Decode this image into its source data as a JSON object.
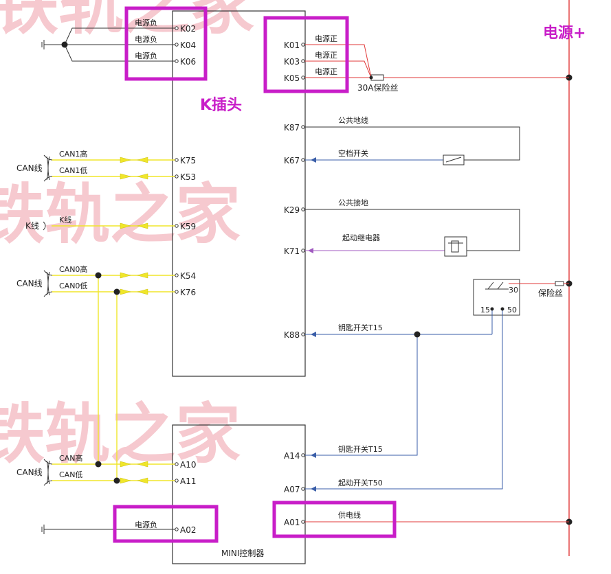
{
  "labels": {
    "power_plus": "电源+",
    "k_plug": "K插头",
    "fuse_30a": "30A保险丝",
    "fuse": "保险丝",
    "mini_controller": "MINI控制器",
    "watermark_1": "铁轨之家",
    "watermark_2": "铁轨之家",
    "watermark_3": "铁轨之家"
  },
  "k_block": {
    "left_pins": [
      {
        "pin": "K02",
        "label": "电源负"
      },
      {
        "pin": "K04",
        "label": "电源负"
      },
      {
        "pin": "K06",
        "label": "电源负"
      },
      {
        "pin": "K75",
        "label": "CAN1高"
      },
      {
        "pin": "K53",
        "label": "CAN1低"
      },
      {
        "pin": "K59",
        "label": "K线"
      },
      {
        "pin": "K54",
        "label": "CAN0高"
      },
      {
        "pin": "K76",
        "label": "CAN0低"
      }
    ],
    "right_pins": [
      {
        "pin": "K01",
        "label": "电源正"
      },
      {
        "pin": "K03",
        "label": "电源正"
      },
      {
        "pin": "K05",
        "label": "电源正"
      },
      {
        "pin": "K87",
        "label": "公共地线"
      },
      {
        "pin": "K67",
        "label": "空档开关"
      },
      {
        "pin": "K29",
        "label": "公共接地"
      },
      {
        "pin": "K71",
        "label": "起动继电器"
      },
      {
        "pin": "K88",
        "label": "钥匙开关T15"
      }
    ]
  },
  "mini_block": {
    "left_pins": [
      {
        "pin": "A10",
        "label": "CAN高"
      },
      {
        "pin": "A11",
        "label": "CAN低"
      },
      {
        "pin": "A02",
        "label": "电源负"
      }
    ],
    "right_pins": [
      {
        "pin": "A14",
        "label": "钥匙开关T15"
      },
      {
        "pin": "A07",
        "label": "起动开关T50"
      },
      {
        "pin": "A01",
        "label": "供电线"
      }
    ]
  },
  "bus_labels": {
    "can_1": "CAN线",
    "k_line": "K线",
    "can_0": "CAN线",
    "can_mini": "CAN线"
  },
  "relay": {
    "terminal_30": "30",
    "terminal_15": "15",
    "terminal_50": "50"
  },
  "colors": {
    "magenta_highlight": "#c81ec8",
    "power_red": "#e23a3a",
    "signal_blue": "#3a5ea8",
    "can_yellow": "#f0e62a",
    "violet_line": "#a05ac0",
    "watermark_pink": "#f6c9cf"
  }
}
